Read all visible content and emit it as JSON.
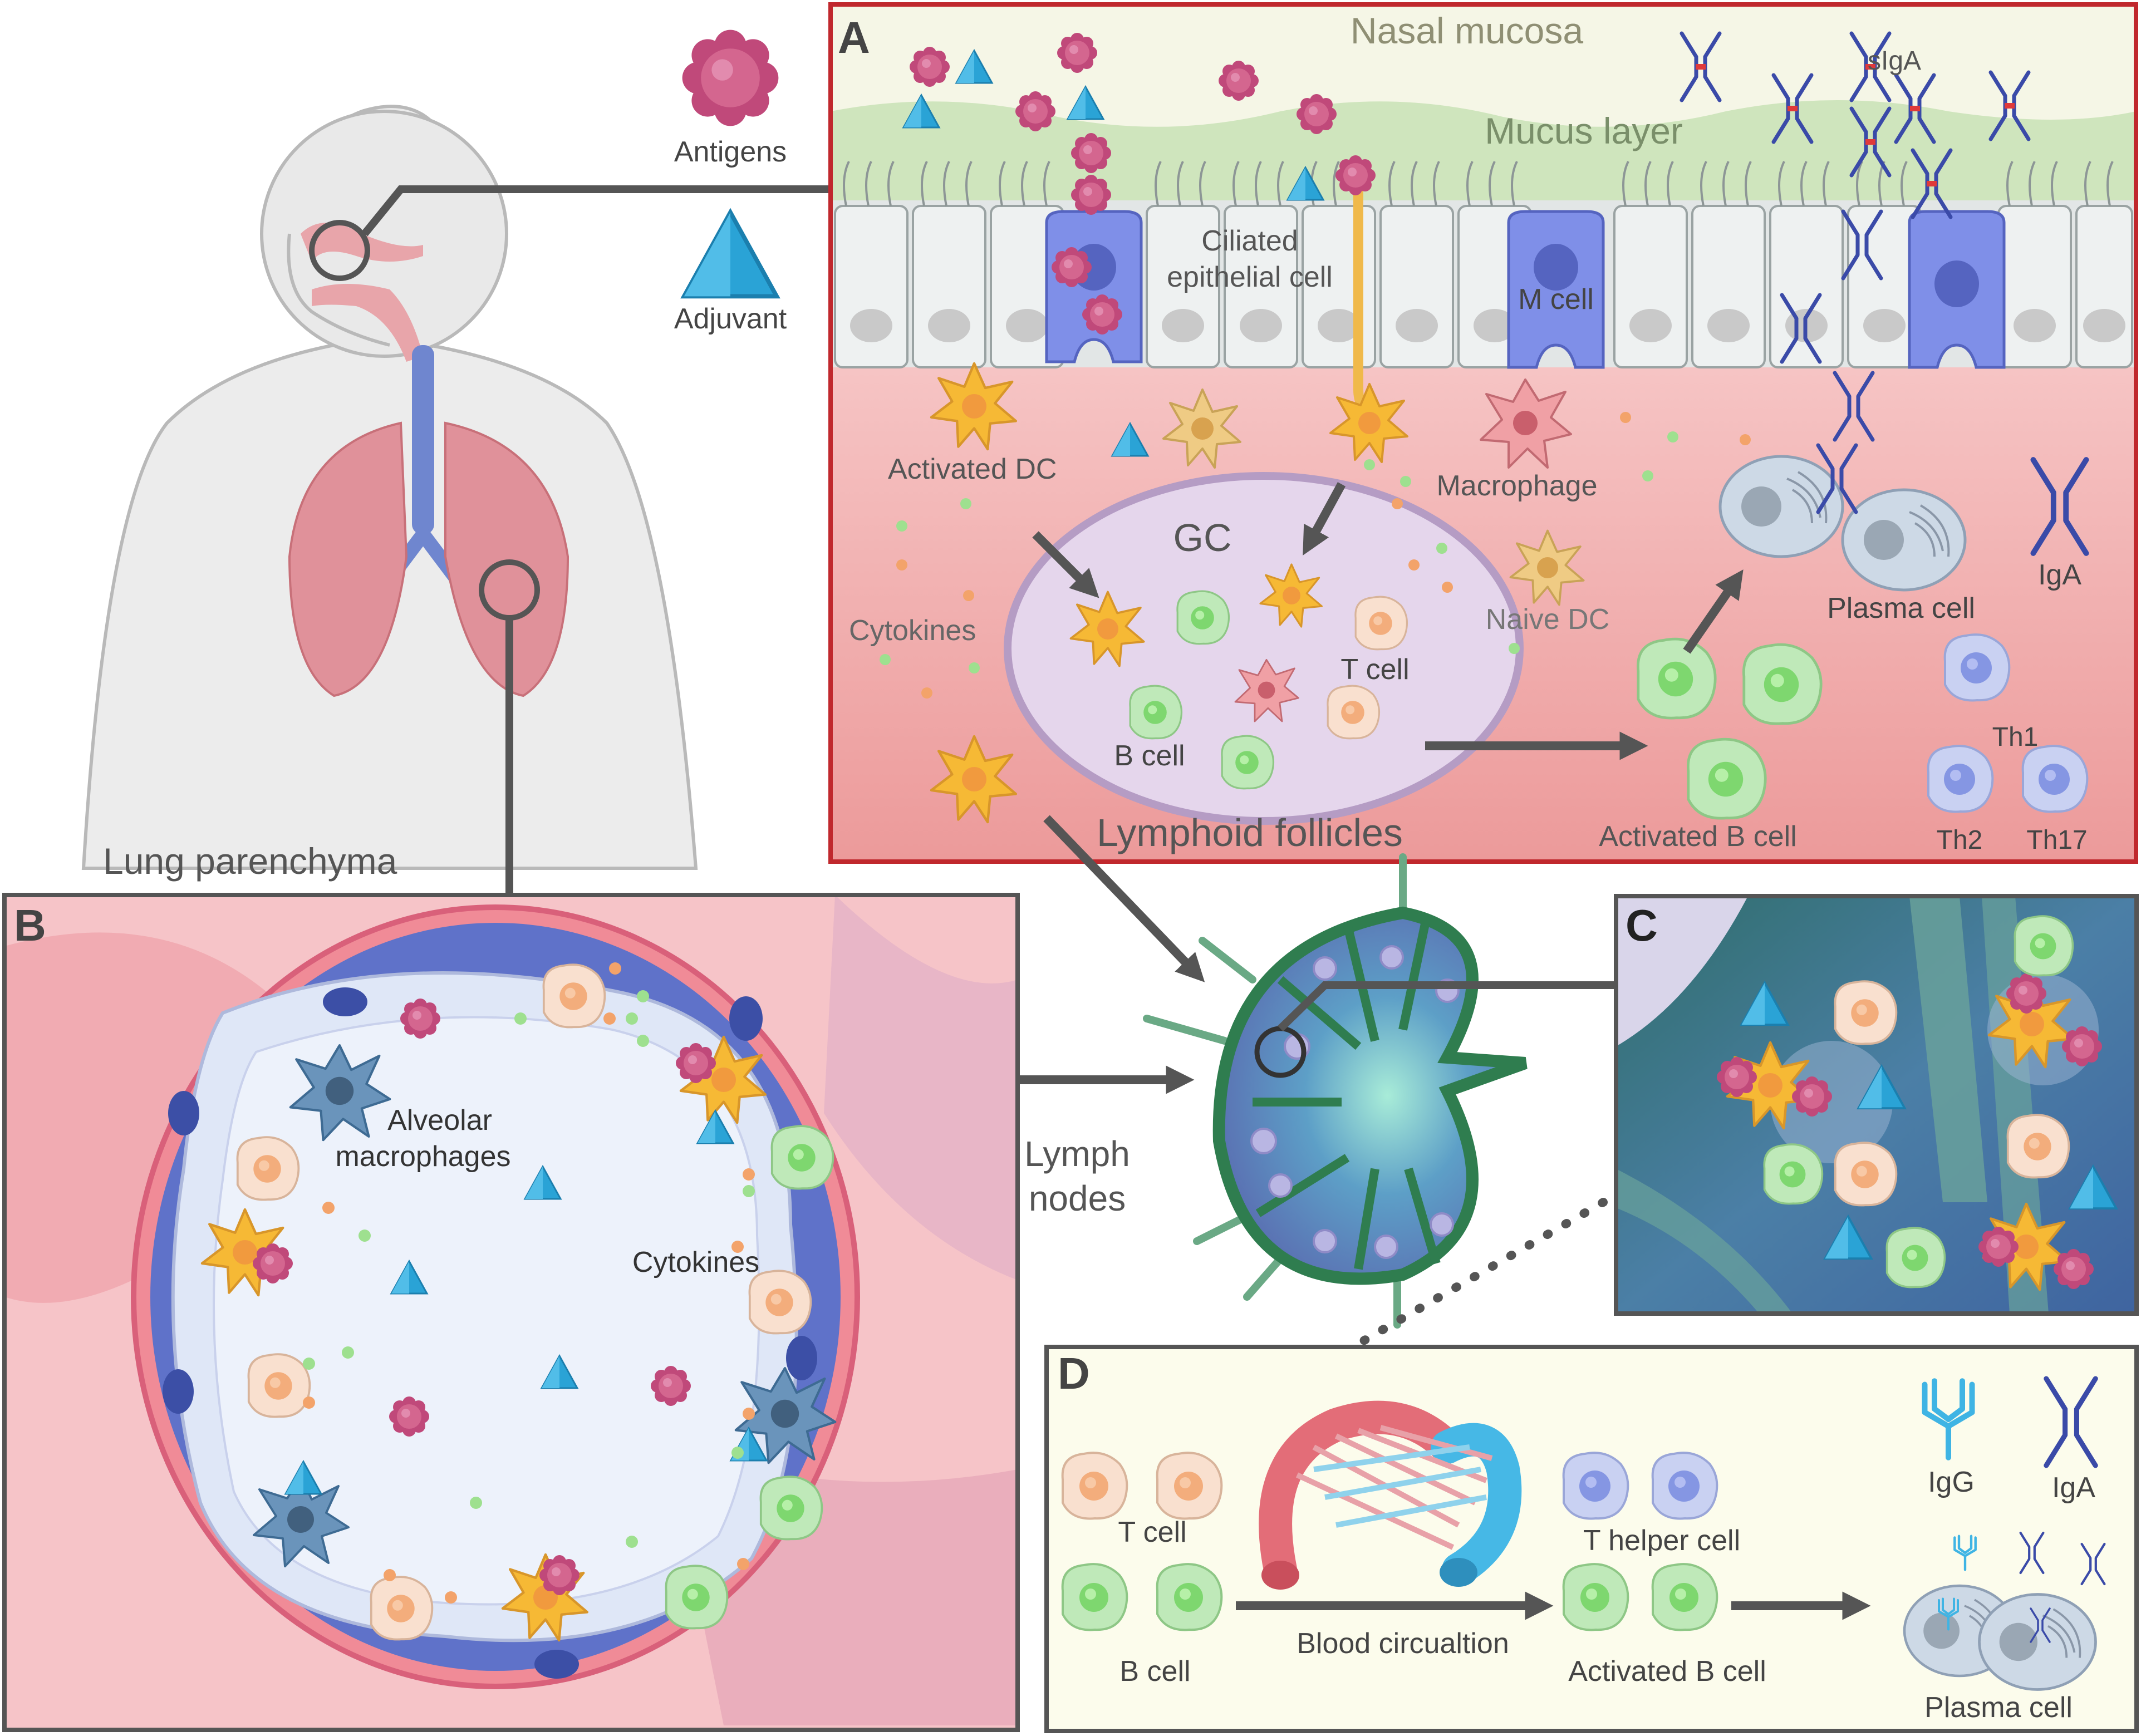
{
  "legend": {
    "antigens": "Antigens",
    "adjuvant": "Adjuvant"
  },
  "body_labels": {
    "lung_parenchyma": "Lung parenchyma",
    "lymph_nodes_line1": "Lymph",
    "lymph_nodes_line2": "nodes"
  },
  "panel_a": {
    "letter": "A",
    "nasal_mucosa": "Nasal mucosa",
    "mucus_layer": "Mucus layer",
    "siga": "sIgA",
    "ciliated_line1": "Ciliated",
    "ciliated_line2": "epithelial cell",
    "m_cell": "M cell",
    "activated_dc": "Activated DC",
    "macrophage": "Macrophage",
    "gc": "GC",
    "cytokines": "Cytokines",
    "naive_dc": "Naive DC",
    "t_cell": "T cell",
    "b_cell": "B cell",
    "plasma_cell": "Plasma cell",
    "iga": "IgA",
    "th1": "Th1",
    "th2": "Th2",
    "th17": "Th17",
    "lymphoid_follicles": "Lymphoid follicles",
    "activated_b_cell": "Activated  B cell"
  },
  "panel_b": {
    "letter": "B",
    "alveolar_line1": "Alveolar",
    "alveolar_line2": "macrophages",
    "cytokines": "Cytokines"
  },
  "panel_c": {
    "letter": "C"
  },
  "panel_d": {
    "letter": "D",
    "t_cell": "T cell",
    "b_cell": "B cell",
    "t_helper_cell": "T helper cell",
    "activated_b_cell": "Activated B cell",
    "blood_circulation": "Blood circualtion",
    "igg": "IgG",
    "iga": "IgA",
    "plasma_cell": "Plasma cell"
  },
  "colors": {
    "panel_a_border": "#c0282d",
    "panel_border": "#555555",
    "connector": "#555555",
    "antigen": "#c0497a",
    "adjuvant": "#2aa3d6",
    "dc": "#f6b935",
    "m_cell": "#7f8fe8",
    "iga": "#3a4aa8",
    "igg": "#3fb4e4",
    "b_cell": "#8fd98a",
    "t_cell": "#f4b98f",
    "alveolar_macrophage": "#6a94bb",
    "lymph_node": "#2f7d4f"
  }
}
